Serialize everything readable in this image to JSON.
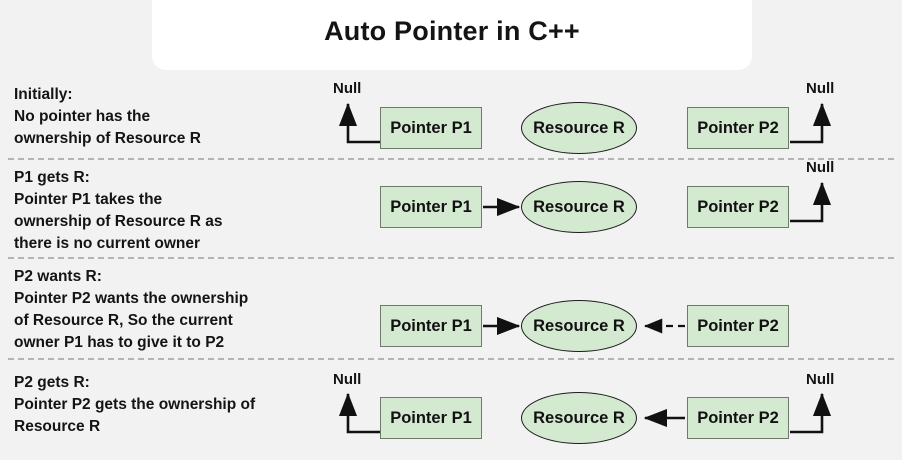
{
  "title": "Auto Pointer in C++",
  "colors": {
    "background": "#f2f2f2",
    "title_box": "#ffffff",
    "node_fill": "#d4ead0",
    "box_border": "#6f7a6c",
    "ellipse_border": "#1d1d1d",
    "divider": "#b4b4b4",
    "text": "#141414"
  },
  "labels": {
    "pointer_p1": "Pointer P1",
    "pointer_p2": "Pointer P2",
    "resource_r": "Resource R",
    "null": "Null"
  },
  "rows": [
    {
      "id": "initially",
      "heading": "Initially:",
      "description": "Initially:\nNo pointer has the\nownership of Resource R",
      "p1_target": "Null",
      "p2_target": "Null",
      "p1_arrow_style": "null-elbow",
      "p2_arrow_style": "null-elbow",
      "p1_null_label": "Null",
      "p2_null_label": "Null"
    },
    {
      "id": "p1-gets-r",
      "heading": "P1 gets R:",
      "description": "P1 gets R:\nPointer P1 takes the\nownership of Resource R as\nthere is no current owner",
      "p1_target": "Resource R",
      "p2_target": "Null",
      "p1_arrow_style": "solid-right",
      "p2_arrow_style": "null-elbow",
      "p2_null_label": "Null"
    },
    {
      "id": "p2-wants-r",
      "heading": "P2 wants R:",
      "description": "P2 wants R:\nPointer P2 wants the ownership\nof Resource R, So the current\nowner P1 has to give it to P2",
      "p1_target": "Resource R",
      "p2_target": "Resource R",
      "p1_arrow_style": "solid-right",
      "p2_arrow_style": "dashed-left"
    },
    {
      "id": "p2-gets-r",
      "heading": "P2 gets R:",
      "description": "P2 gets R:\nPointer P2 gets the ownership of\nResource R",
      "p1_target": "Null",
      "p2_target": "Resource R",
      "p1_arrow_style": "null-elbow",
      "p2_arrow_style": "solid-left",
      "p1_null_label": "Null",
      "p2_null_label": "Null"
    }
  ]
}
